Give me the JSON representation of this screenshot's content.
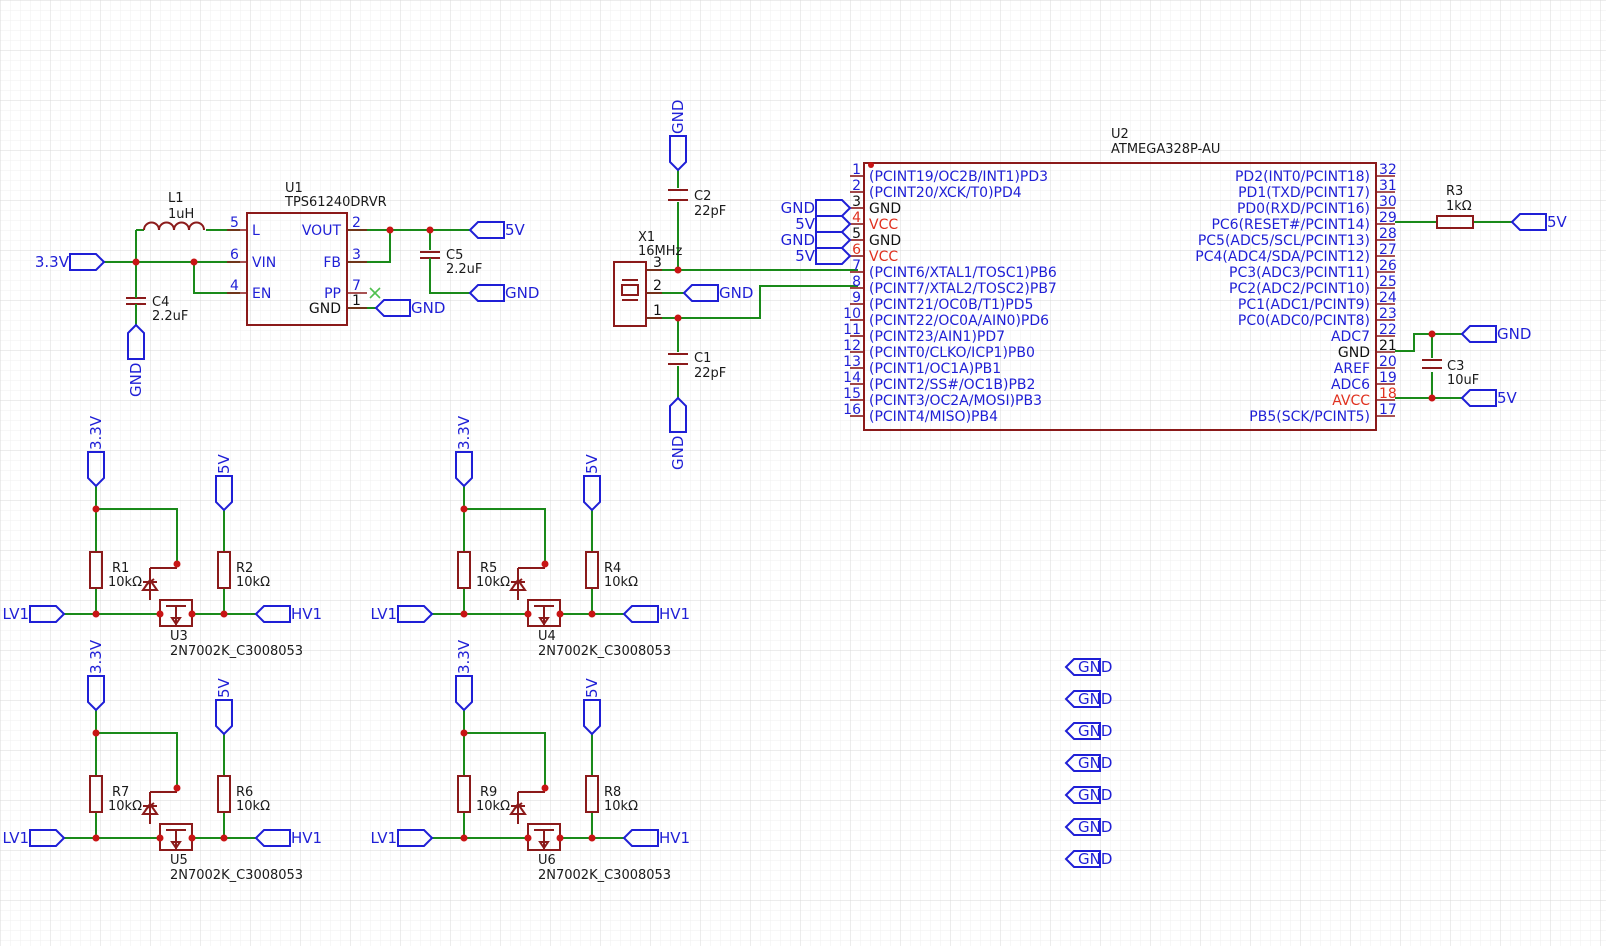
{
  "grid": {
    "major_color": "#d8d8d8",
    "minor_color": "#efefef"
  },
  "colors": {
    "wire": "#1a8a1a",
    "component": "#8b1a1a",
    "label": "#1f1fd6",
    "junction": "#c81414",
    "power_pin": "#e0301e"
  },
  "components": {
    "u1": {
      "ref": "U1",
      "value": "TPS61240DRVR",
      "pins": {
        "l": "L",
        "vin": "VIN",
        "en": "EN",
        "vout": "VOUT",
        "fb": "FB",
        "pp": "PP",
        "gnd": "GND"
      },
      "nums": {
        "l": "5",
        "vin": "6",
        "en": "4",
        "vout": "2",
        "fb": "3",
        "pp": "7",
        "gnd": "1"
      }
    },
    "l1": {
      "ref": "L1",
      "value": "1uH"
    },
    "c4": {
      "ref": "C4",
      "value": "2.2uF"
    },
    "c5": {
      "ref": "C5",
      "value": "2.2uF"
    },
    "c2": {
      "ref": "C2",
      "value": "22pF"
    },
    "c1": {
      "ref": "C1",
      "value": "22pF"
    },
    "c3": {
      "ref": "C3",
      "value": "10uF"
    },
    "x1": {
      "ref": "X1",
      "value": "16MHz",
      "nums": [
        "3",
        "2",
        "1"
      ]
    },
    "r3": {
      "ref": "R3",
      "value": "1kΩ"
    },
    "u2": {
      "ref": "U2",
      "value": "ATMEGA328P-AU",
      "left_pins": [
        {
          "num": "1",
          "name": "(PCINT19/OC2B/INT1)PD3",
          "type": "io"
        },
        {
          "num": "2",
          "name": "(PCINT20/XCK/T0)PD4",
          "type": "io"
        },
        {
          "num": "3",
          "name": "GND",
          "type": "gnd"
        },
        {
          "num": "4",
          "name": "VCC",
          "type": "pwr"
        },
        {
          "num": "5",
          "name": "GND",
          "type": "gnd"
        },
        {
          "num": "6",
          "name": "VCC",
          "type": "pwr"
        },
        {
          "num": "7",
          "name": "(PCINT6/XTAL1/TOSC1)PB6",
          "type": "io"
        },
        {
          "num": "8",
          "name": "(PCINT7/XTAL2/TOSC2)PB7",
          "type": "io"
        },
        {
          "num": "9",
          "name": "(PCINT21/OC0B/T1)PD5",
          "type": "io"
        },
        {
          "num": "10",
          "name": "(PCINT22/OC0A/AIN0)PD6",
          "type": "io"
        },
        {
          "num": "11",
          "name": "(PCINT23/AIN1)PD7",
          "type": "io"
        },
        {
          "num": "12",
          "name": "(PCINT0/CLKO/ICP1)PB0",
          "type": "io"
        },
        {
          "num": "13",
          "name": "(PCINT1/OC1A)PB1",
          "type": "io"
        },
        {
          "num": "14",
          "name": "(PCINT2/SS#/OC1B)PB2",
          "type": "io"
        },
        {
          "num": "15",
          "name": "(PCINT3/OC2A/MOSI)PB3",
          "type": "io"
        },
        {
          "num": "16",
          "name": "(PCINT4/MISO)PB4",
          "type": "io"
        }
      ],
      "right_pins": [
        {
          "num": "32",
          "name": "PD2(INT0/PCINT18)",
          "type": "io"
        },
        {
          "num": "31",
          "name": "PD1(TXD/PCINT17)",
          "type": "io"
        },
        {
          "num": "30",
          "name": "PD0(RXD/PCINT16)",
          "type": "io"
        },
        {
          "num": "29",
          "name": "PC6(RESET#/PCINT14)",
          "type": "io"
        },
        {
          "num": "28",
          "name": "PC5(ADC5/SCL/PCINT13)",
          "type": "io"
        },
        {
          "num": "27",
          "name": "PC4(ADC4/SDA/PCINT12)",
          "type": "io"
        },
        {
          "num": "26",
          "name": "PC3(ADC3/PCINT11)",
          "type": "io"
        },
        {
          "num": "25",
          "name": "PC2(ADC2/PCINT10)",
          "type": "io"
        },
        {
          "num": "24",
          "name": "PC1(ADC1/PCINT9)",
          "type": "io"
        },
        {
          "num": "23",
          "name": "PC0(ADC0/PCINT8)",
          "type": "io"
        },
        {
          "num": "22",
          "name": "ADC7",
          "type": "io"
        },
        {
          "num": "21",
          "name": "GND",
          "type": "gnd"
        },
        {
          "num": "20",
          "name": "AREF",
          "type": "io"
        },
        {
          "num": "19",
          "name": "ADC6",
          "type": "io"
        },
        {
          "num": "18",
          "name": "AVCC",
          "type": "pwr"
        },
        {
          "num": "17",
          "name": "PB5(SCK/PCINT5)",
          "type": "io"
        }
      ]
    },
    "shifters": [
      {
        "r_low": {
          "ref": "R1",
          "value": "10kΩ"
        },
        "r_high": {
          "ref": "R2",
          "value": "10kΩ"
        },
        "fet": {
          "ref": "U3",
          "value": "2N7002K_C3008053"
        }
      },
      {
        "r_low": {
          "ref": "R5",
          "value": "10kΩ"
        },
        "r_high": {
          "ref": "R4",
          "value": "10kΩ"
        },
        "fet": {
          "ref": "U4",
          "value": "2N7002K_C3008053"
        }
      },
      {
        "r_low": {
          "ref": "R7",
          "value": "10kΩ"
        },
        "r_high": {
          "ref": "R6",
          "value": "10kΩ"
        },
        "fet": {
          "ref": "U5",
          "value": "2N7002K_C3008053"
        }
      },
      {
        "r_low": {
          "ref": "R9",
          "value": "10kΩ"
        },
        "r_high": {
          "ref": "R8",
          "value": "10kΩ"
        },
        "fet": {
          "ref": "U6",
          "value": "2N7002K_C3008053"
        }
      }
    ]
  },
  "net_labels": {
    "v33": "3.3V",
    "v5": "5V",
    "gnd": "GND",
    "lv1": "LV1",
    "hv1": "HV1"
  }
}
